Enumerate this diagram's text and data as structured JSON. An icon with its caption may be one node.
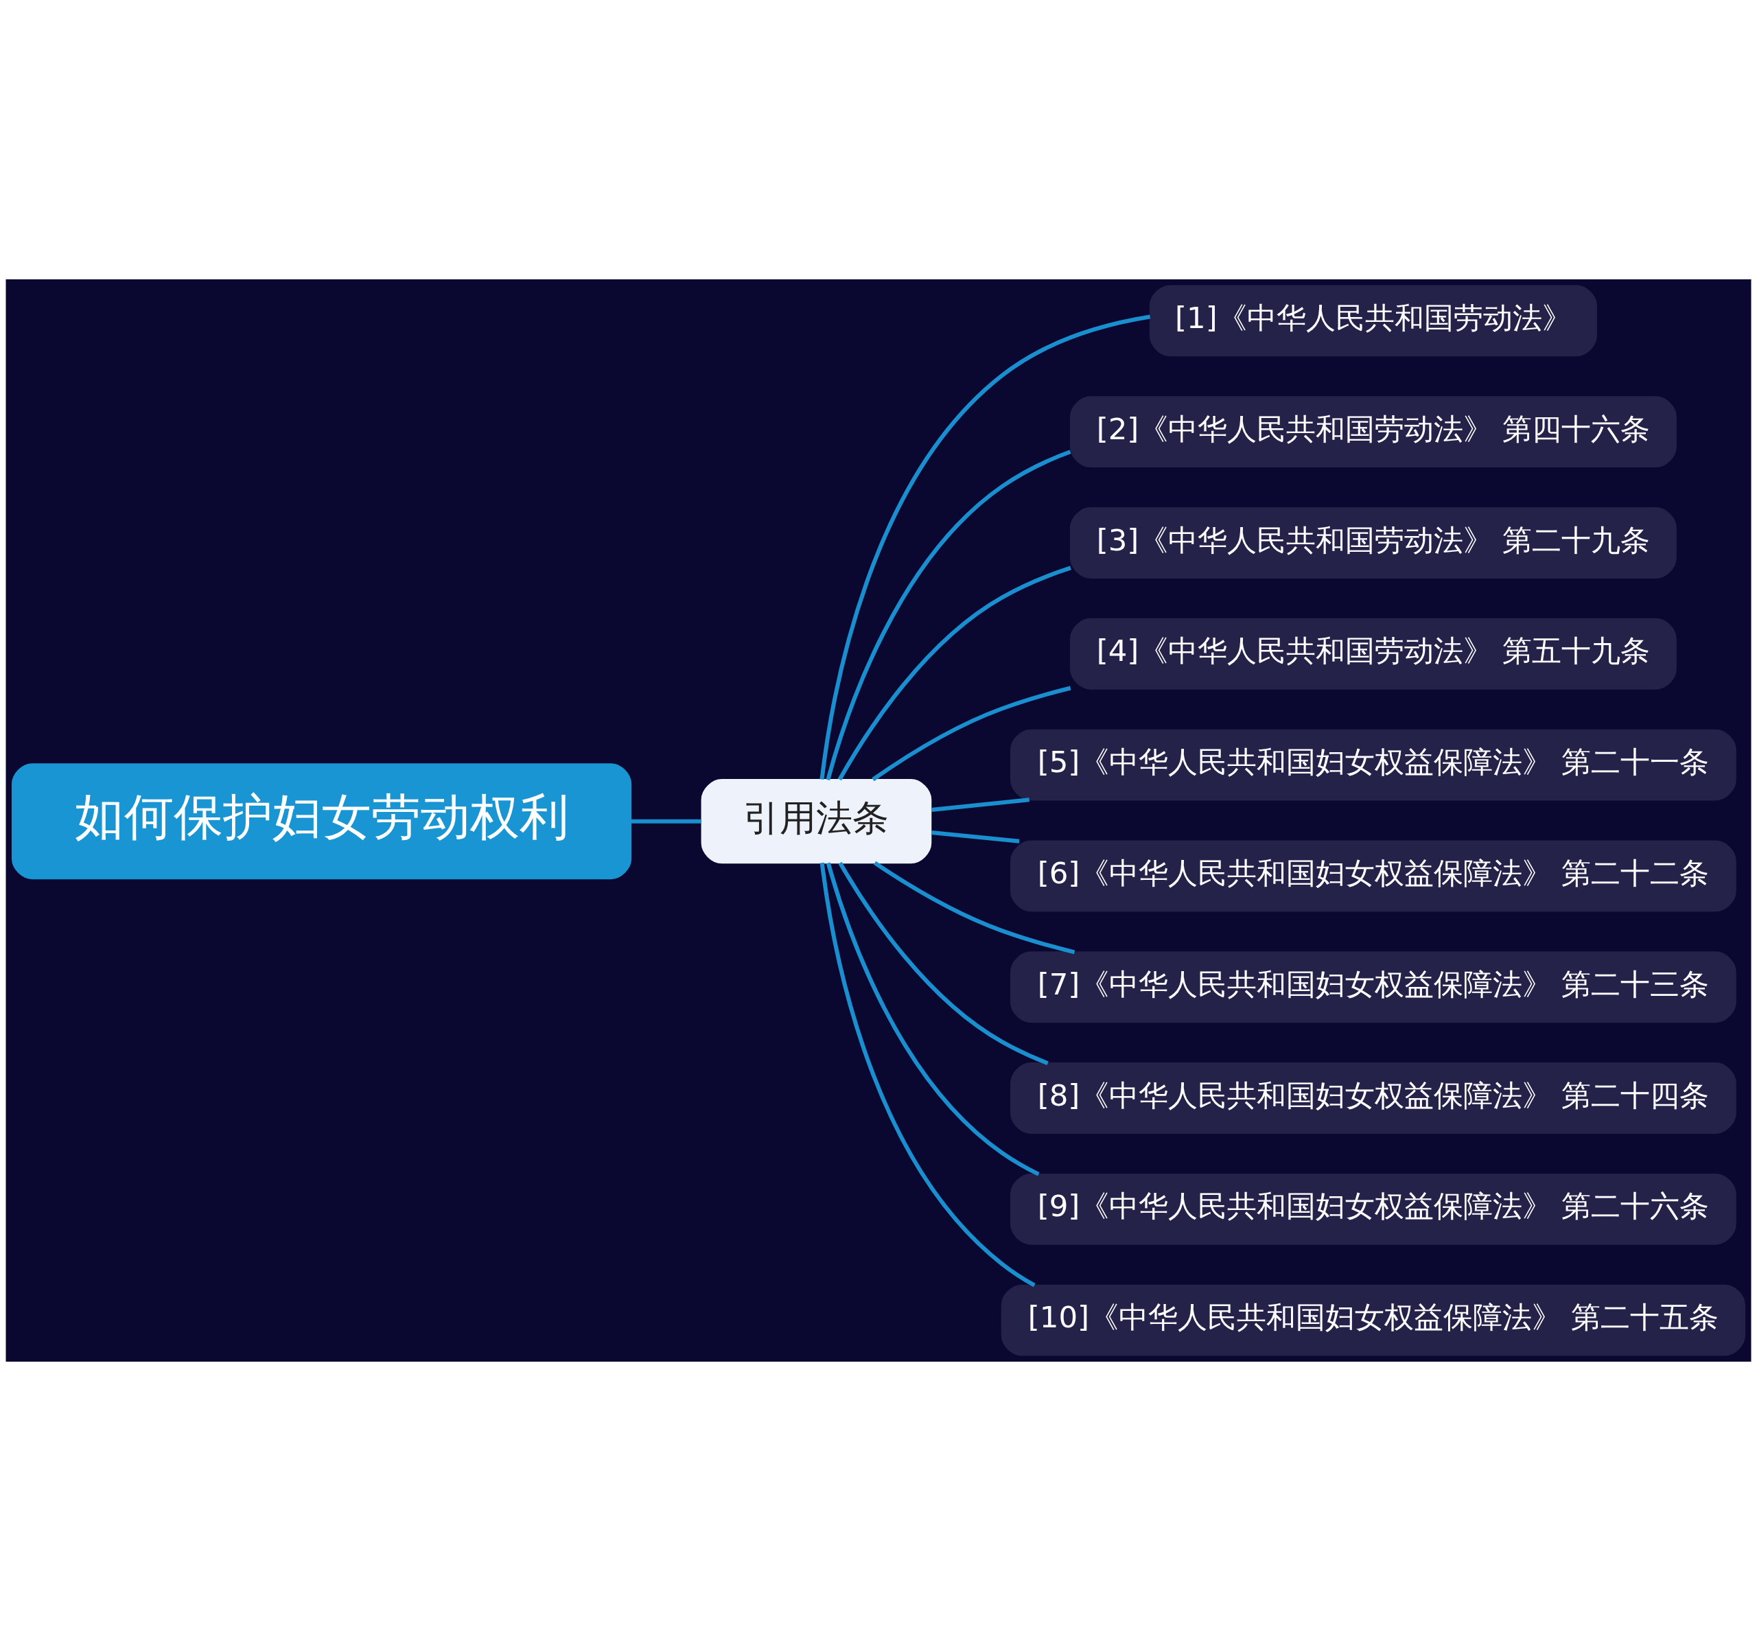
{
  "diagram": {
    "nodes": [
      {
        "text": [
          "如何保护妇女劳动权利"
        ]
      },
      {
        "text": [
          "引用法条"
        ]
      },
      {
        "text": [
          "[1]《中华人民共和国劳动法》"
        ]
      },
      {
        "text": [
          "[2]《中华人民共和国劳动法》 第四十六条"
        ]
      },
      {
        "text": [
          "[3]《中华人民共和国劳动法》 第二十九条"
        ]
      },
      {
        "text": [
          "[4]《中华人民共和国劳动法》 第五十九条"
        ]
      },
      {
        "text": [
          "[5]《中华人民共和国妇女权益保障法》 第二十一条"
        ]
      },
      {
        "text": [
          "[6]《中华人民共和国妇女权益保障法》 第二十二条"
        ]
      },
      {
        "text": [
          "[7]《中华人民共和国妇女权益保障法》 第二十三条"
        ]
      },
      {
        "text": [
          "[8]《中华人民共和国妇女权益保障法》 第二十四条"
        ]
      },
      {
        "text": [
          "[9]《中华人民共和国妇女权益保障法》 第二十六条"
        ]
      },
      {
        "text": [
          "[10]《中华人民共和国妇女权益保障法》 第二十五条"
        ]
      }
    ],
    "edges": [
      {
        "from": 0,
        "to": 1,
        "arrow": "none"
      },
      {
        "from": 1,
        "to": 2,
        "arrow": "none"
      },
      {
        "from": 1,
        "to": 3,
        "arrow": "none"
      },
      {
        "from": 1,
        "to": 4,
        "arrow": "none"
      },
      {
        "from": 1,
        "to": 5,
        "arrow": "none"
      },
      {
        "from": 1,
        "to": 6,
        "arrow": "none"
      },
      {
        "from": 1,
        "to": 7,
        "arrow": "none"
      },
      {
        "from": 1,
        "to": 8,
        "arrow": "none"
      },
      {
        "from": 1,
        "to": 9,
        "arrow": "none"
      },
      {
        "from": 1,
        "to": 10,
        "arrow": "none"
      },
      {
        "from": 1,
        "to": 11,
        "arrow": "none"
      }
    ]
  }
}
